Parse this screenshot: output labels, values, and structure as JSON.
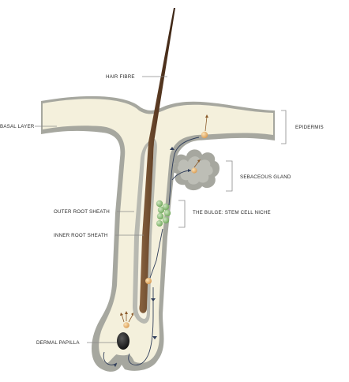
{
  "labels": {
    "hair_fibre": "HAIR FIBRE",
    "basal_layer": "BASAL LAYER",
    "epidermis": "EPIDERMIS",
    "sebaceous_gland": "SEBACEOUS GLAND",
    "bulge": "THE BULGE: STEM CELL NICHE",
    "outer_root_sheath": "OUTER ROOT SHEATH",
    "inner_root_sheath": "INNER ROOT SHEATH",
    "dermal_papilla": "DERMAL PAPILLA"
  },
  "colors": {
    "sheath_gray": "#a6a79f",
    "tissue_cream": "#f4f0dc",
    "hair_dark": "#5a3a22",
    "hair_mid": "#8a6440",
    "stem_cell_green": "#8fbf7a",
    "cell_orange": "#e8b06a",
    "papilla_dark": "#1e1e1e",
    "flow_navy": "#2f3d5a"
  }
}
